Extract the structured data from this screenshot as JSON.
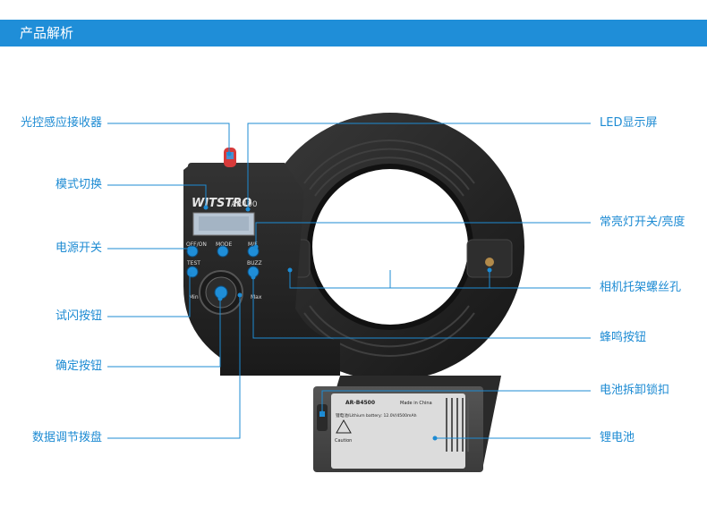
{
  "header": {
    "title": "产品解析",
    "bar_color": "#1f8ed8"
  },
  "labels": {
    "left": [
      "光控感应接收器",
      "模式切换",
      "电源开关",
      "试闪按钮",
      "确定按钮",
      "数据调节拨盘"
    ],
    "right": [
      "LED显示屏",
      "常亮灯开关/亮度",
      "相机托架螺丝孔",
      "蜂鸣按钮",
      "电池拆卸锁扣",
      "锂电池"
    ]
  },
  "device": {
    "brand": "WITSTRO",
    "model": "AR400",
    "buttons": {
      "off_on": "OFF/ON",
      "mode": "MODE",
      "mf": "M/F",
      "test": "TEST",
      "buzz": "BUZZ",
      "min": "Min",
      "max": "Max"
    },
    "battery": {
      "model": "AR-B4500",
      "spec": "锂电池/Lithium battery: 12.0V/4500mAh",
      "origin": "Made in China",
      "caution": "Caution"
    }
  },
  "colors": {
    "label": "#1d8bd3",
    "device_body": "#262626",
    "accent": "#e23b3b"
  }
}
